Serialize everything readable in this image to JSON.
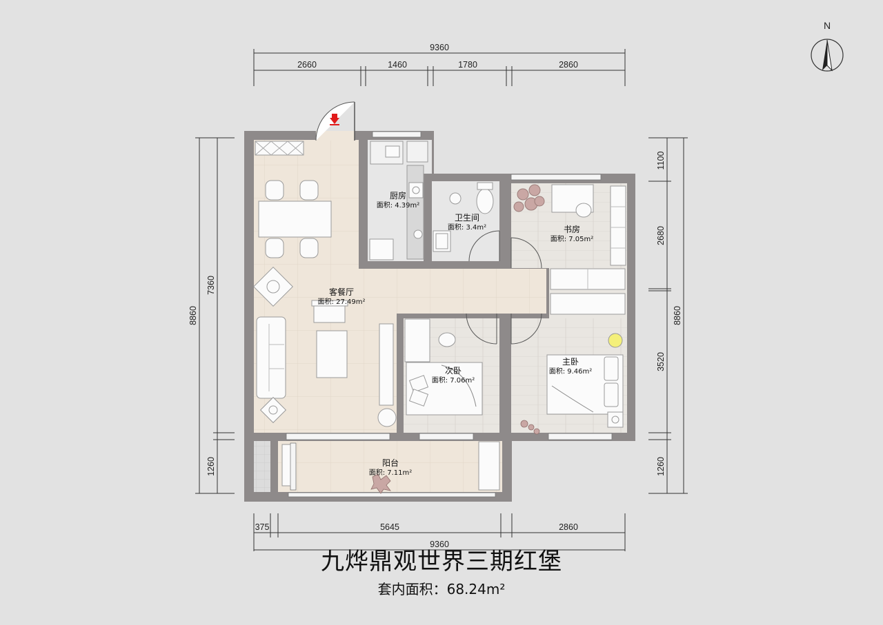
{
  "title": "九烨鼎观世界三期红堡",
  "subtitle": "套内面积：68.24m²",
  "compass": {
    "label": "N"
  },
  "dimensions": {
    "top_total": "9360",
    "top_segments": [
      "2660",
      "1460",
      "1780",
      "2860"
    ],
    "bottom_segments": [
      "375",
      "5645",
      "2860"
    ],
    "bottom_total": "9360",
    "left_total": "8860",
    "left_segments": [
      "7360",
      "1260"
    ],
    "right_total": "8860",
    "right_segments": [
      "1100",
      "2680",
      "3520",
      "1260"
    ]
  },
  "rooms": {
    "living": {
      "name": "客餐厅",
      "area": "面积: 27.49m²"
    },
    "kitchen": {
      "name": "厨房",
      "area": "面积: 4.39m²"
    },
    "bathroom": {
      "name": "卫生间",
      "area": "面积: 3.4m²"
    },
    "study": {
      "name": "书房",
      "area": "面积: 7.05m²"
    },
    "second": {
      "name": "次卧",
      "area": "面积: 7.06m²"
    },
    "master": {
      "name": "主卧",
      "area": "面积: 9.46m²"
    },
    "balcony": {
      "name": "阳台",
      "area": "面积: 7.11m²"
    }
  },
  "colors": {
    "background": "#e2e2e2",
    "wall": "#8e8a8a",
    "floor_tile": "#efe6da",
    "floor_wood": "#e9e5df",
    "entrance_arrow": "#e11b1b"
  }
}
